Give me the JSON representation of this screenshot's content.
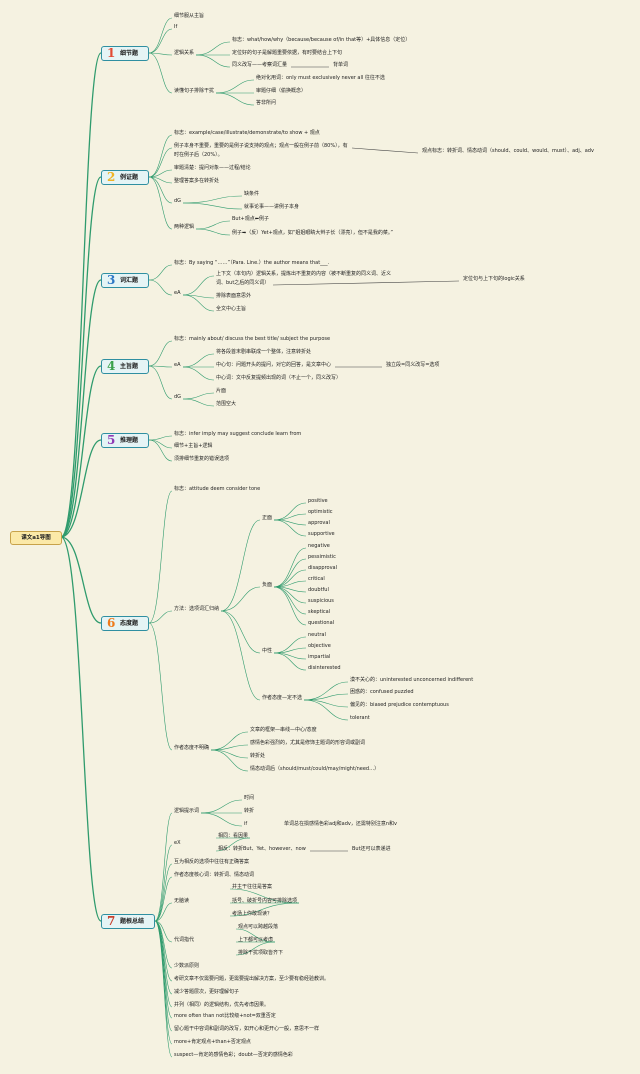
{
  "root": {
    "label": "课文a1导图"
  },
  "sections": [
    {
      "num": "1",
      "title": "细节题",
      "color": "#e24a33"
    },
    {
      "num": "2",
      "title": "例证题",
      "color": "#f0b323"
    },
    {
      "num": "3",
      "title": "词汇题",
      "color": "#2e78c6"
    },
    {
      "num": "4",
      "title": "主旨题",
      "color": "#3aa14a"
    },
    {
      "num": "5",
      "title": "推理题",
      "color": "#8f3bb5"
    },
    {
      "num": "6",
      "title": "态度题",
      "color": "#ee7a1b"
    },
    {
      "num": "7",
      "title": "题根总结",
      "color": "#c8402d"
    }
  ],
  "labels": [
    "细节服从主旨",
    "If",
    "逻辑关系",
    "标志：what/how/why（because/because of/in that等）+具体信息（定位）",
    "定位好的句子是解题重要依据，有时要结合上下句",
    "同义改写——考察词汇量",
    "背单词",
    "读懂句子排除干扰",
    "绝对化用词：only must exclusively never all 往往不选",
    "审题仔细（偷换概念）",
    "答非所问",
    "标志：example/case/illustrate/demonstrate/to show + 观点",
    "例子本身不重要，重要的是例子说支持的观点；观点一般在例子前（80%），有",
    "时在例子后（20%）。",
    "观点标志：转折词、情态动词（should、could、would、must）、adj、adv",
    "审题清楚：提问对象——过程/结论",
    "整理答案多在转折处",
    "dG",
    "缺条件",
    "就事论事——讲例子本身",
    "两种逻辑",
    "But+观点⬅例子",
    "例子➡（反）Yet+观点，如“姐姐眼睛大辫子长（漂亮），但不是我的菜。”",
    "标志：By saying “……”（Para. Line.）the author means that___.",
    "eA",
    "上下文（本句内）逻辑关系，提炼出不重复的内容（被不断重复的同义词、近义",
    "词、but之后的同义词）",
    "定位句与上下句的logic关系",
    "排除表面意思外",
    "全文中心主旨",
    "标志：mainly about/ discuss the best title/ subject the purpose",
    "eA",
    "将各段首末剧串联成一个整体，注意转折处",
    "中心句：问题开头的提问，对它的回答，是文章中心",
    "独立段=同义改写=选项",
    "中心词：文中反复提频出现的词（不止一个，同义改写）",
    "dG",
    "片面",
    "范围空大",
    "标志：infer imply may suggest conclude learn from",
    "细节+主旨+逻辑",
    "须排细节重复的错误选项",
    "标志：attitude deem consider tone",
    "方法：选项词汇归纳",
    "正面",
    "positive",
    "optimistic",
    "approval",
    "supportive",
    "负面",
    "negative",
    "pessimistic",
    "disapproval",
    "critical",
    "doubtful",
    "suspicious",
    "skeptical",
    "questional",
    "中性",
    "neutral",
    "objective",
    "impartial",
    "disinterested",
    "作者态度—定不选",
    "漠不关心的：uninterested unconcerned indifferent",
    "困惑的：confused puzzled",
    "偏见的：biased prejudice contemptuous",
    "tolerant",
    "作者态度不明确",
    "文章的框架—串线—中心/态度",
    "感情色彩强烈的，尤其是修饰主题词的形容词或副词",
    "转折处",
    "情态动词后（should/must/could/may/might/need…）",
    "逻辑提示词",
    "时间",
    "转折",
    "if",
    "单词总在损感情色彩adj和adv，还需特别注意n和v",
    "eX",
    "相同：看因果",
    "相反：转折But、Yet、however、now",
    "But还可以表递进",
    "互为相反的选项中往往有正确答案",
    "作者态度核心词：转折词、情态动词",
    "无脑读",
    "并主干往往是答案",
    "括号、破折号内容可排除选项",
    "考场上你敢现读？",
    "代词指代",
    "观点可以跨越段落",
    "上下都可以考虑",
    "排除干扰项取皆齐下",
    "少数派原则",
    "考研文章不仅需要问题，更需要提出解决方案，至少要有稳经验教训。",
    "减少答题层次，更好理解句子",
    "并列（相同）的逻辑结构，优先考虑因果。",
    "more often than not比较级+not=双重否定",
    "留心题干中容词和副词的改写，如开心和更开心一般，意思不一样",
    "more+肯定观点+than+否定观点",
    "suspect—肯定的感情色彩；doubt—否定的感情色彩"
  ]
}
